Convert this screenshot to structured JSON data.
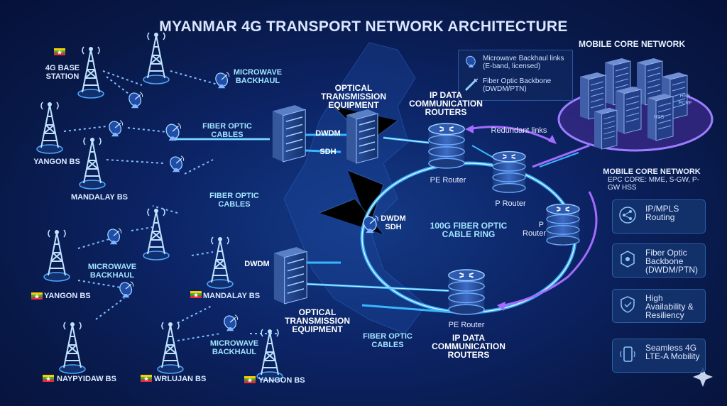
{
  "title": "MYANMAR 4G TRANSPORT NETWORK ARCHITECTURE",
  "core": {
    "heading": "MOBILE CORE NETWORK",
    "subheading": "MOBILE CORE NETWORK",
    "detail": "EPC CORE: MME, S-GW, P-GW HSS",
    "server_labels": [
      "HSS",
      "PCRF",
      "HSS"
    ]
  },
  "legend": {
    "microwave": "Microwave Backhaul links (E-band, licensed)",
    "fiber": "Fiber Optic Backbone (DWDM/PTN)"
  },
  "stations": {
    "top": "4G BASE STATION",
    "yangon1": "YANGON BS",
    "mandalay1": "MANDALAY BS",
    "yangon2": "YANGON BS",
    "mandalay2": "MANDALAY BS",
    "naypyidaw": "NAYPYIDAW BS",
    "wrlujan": "WRLUJAN BS",
    "yangon3": "YANGON BS"
  },
  "labels": {
    "microwave_top": "MICROWAVE BACKHAUL",
    "fiber_cables_top": "FIBER OPTIC CABLES",
    "fiber_cables_mid": "FIBER OPTIC CABLES",
    "microwave_left": "MICROWAVE BACKHAUL",
    "microwave_bottom": "MICROWAVE BACKHAUL",
    "fiber_cables_bottom": "FIBER OPTIC CABLES",
    "ote_top": "OPTICAL TRANSMISSION EQUIPMENT",
    "ote_bottom": "OPTICAL TRANSMISSION EQUIPMENT",
    "ip_routers_top": "IP DATA COMMUNICATION ROUTERS",
    "ip_routers_bottom": "IP DATA COMMUNICATION ROUTERS",
    "dwdm1": "DWDM",
    "sdh1": "SDH",
    "dwdm_sdh_mid": "DWDM SDH",
    "dwdm2": "DWDM",
    "ring": "100G FIBER OPTIC CABLE RING",
    "redundant": "Redundant links",
    "pe_router_top": "PE Router",
    "p_router1": "P Router",
    "p_router2": "P Router",
    "pe_router_bottom": "PE Router"
  },
  "features": [
    {
      "icon": "ip-mpls-icon",
      "text": "IP/MPLS Routing"
    },
    {
      "icon": "fiber-backbone-icon",
      "text": "Fiber Optic Backbone (DWDM/PTN)"
    },
    {
      "icon": "high-availability-icon",
      "text": "High Availability & Resiliency"
    },
    {
      "icon": "phone-mobility-icon",
      "text": "Seamless 4G LTE-A Mobility"
    }
  ],
  "colors": {
    "fiber": "#38b6ff",
    "microwave": "#6fb8ff",
    "redundant": "#a36bff",
    "background": "#0c2466"
  }
}
